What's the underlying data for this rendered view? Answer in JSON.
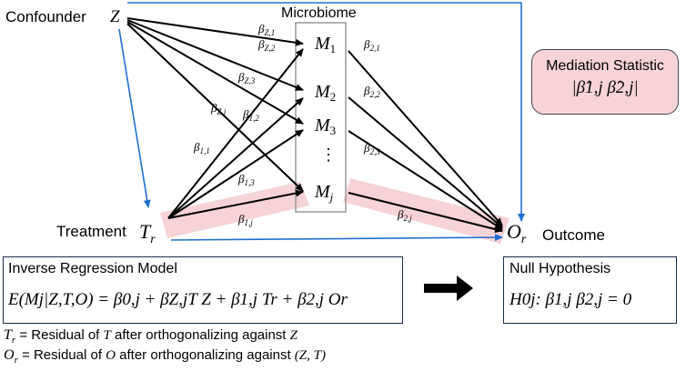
{
  "nodes": {
    "confounder_label": "Confounder",
    "confounder_symbol": "Z",
    "microbiome_label": "Microbiome",
    "treatment_label": "Treatment",
    "treatment_symbol": "T",
    "treatment_sub": "r",
    "outcome_symbol": "O",
    "outcome_sub": "r",
    "outcome_label": "Outcome",
    "mediators": [
      {
        "symbol": "M",
        "sub": "1"
      },
      {
        "symbol": "M",
        "sub": "2"
      },
      {
        "symbol": "M",
        "sub": "3"
      },
      {
        "symbol": "⋮",
        "sub": ""
      },
      {
        "symbol": "M",
        "sub": "j"
      }
    ]
  },
  "edge_labels": {
    "bz1": {
      "main": "β",
      "sub": "Z,1"
    },
    "bz2": {
      "main": "β",
      "sub": "Z,2"
    },
    "bz3": {
      "main": "β",
      "sub": "Z,3"
    },
    "bzj": {
      "main": "β",
      "sub": "Z,j"
    },
    "b11": {
      "main": "β",
      "sub": "1,1"
    },
    "b12": {
      "main": "β",
      "sub": "1,2"
    },
    "b13": {
      "main": "β",
      "sub": "1,3"
    },
    "b1j": {
      "main": "β",
      "sub": "1,j"
    },
    "b21": {
      "main": "β",
      "sub": "2,1"
    },
    "b22": {
      "main": "β",
      "sub": "2,2"
    },
    "b23": {
      "main": "β",
      "sub": "2,3"
    },
    "b2j": {
      "main": "β",
      "sub": "2,j"
    }
  },
  "mediation": {
    "title": "Mediation Statistic",
    "formula": "|β̂1,j β̂2,j|"
  },
  "inverse_model": {
    "title": "Inverse Regression Model",
    "equation": "E(Mj|Z,T,O) = β0,j + βZ,jT Z + β1,j Tr + β2,j Or"
  },
  "null_hypothesis": {
    "title": "Null Hypothesis",
    "equation": "H0j: β1,j β2,j = 0"
  },
  "footnotes": {
    "tr_symbol": "T",
    "tr_sub": "r",
    "tr_text": " = Residual of ",
    "tr_var": "T",
    "tr_text2": " after orthogonalizing against ",
    "tr_against": "Z",
    "or_symbol": "O",
    "or_sub": "r",
    "or_text": " = Residual of ",
    "or_var": "O",
    "or_text2": " after orthogonalizing against ",
    "or_against": "(Z, T)"
  },
  "colors": {
    "arrow_black": "#000000",
    "arrow_blue": "#1f6fd1",
    "pink_fill": "#f6d3d6",
    "box_border": "#1a2a4a"
  }
}
